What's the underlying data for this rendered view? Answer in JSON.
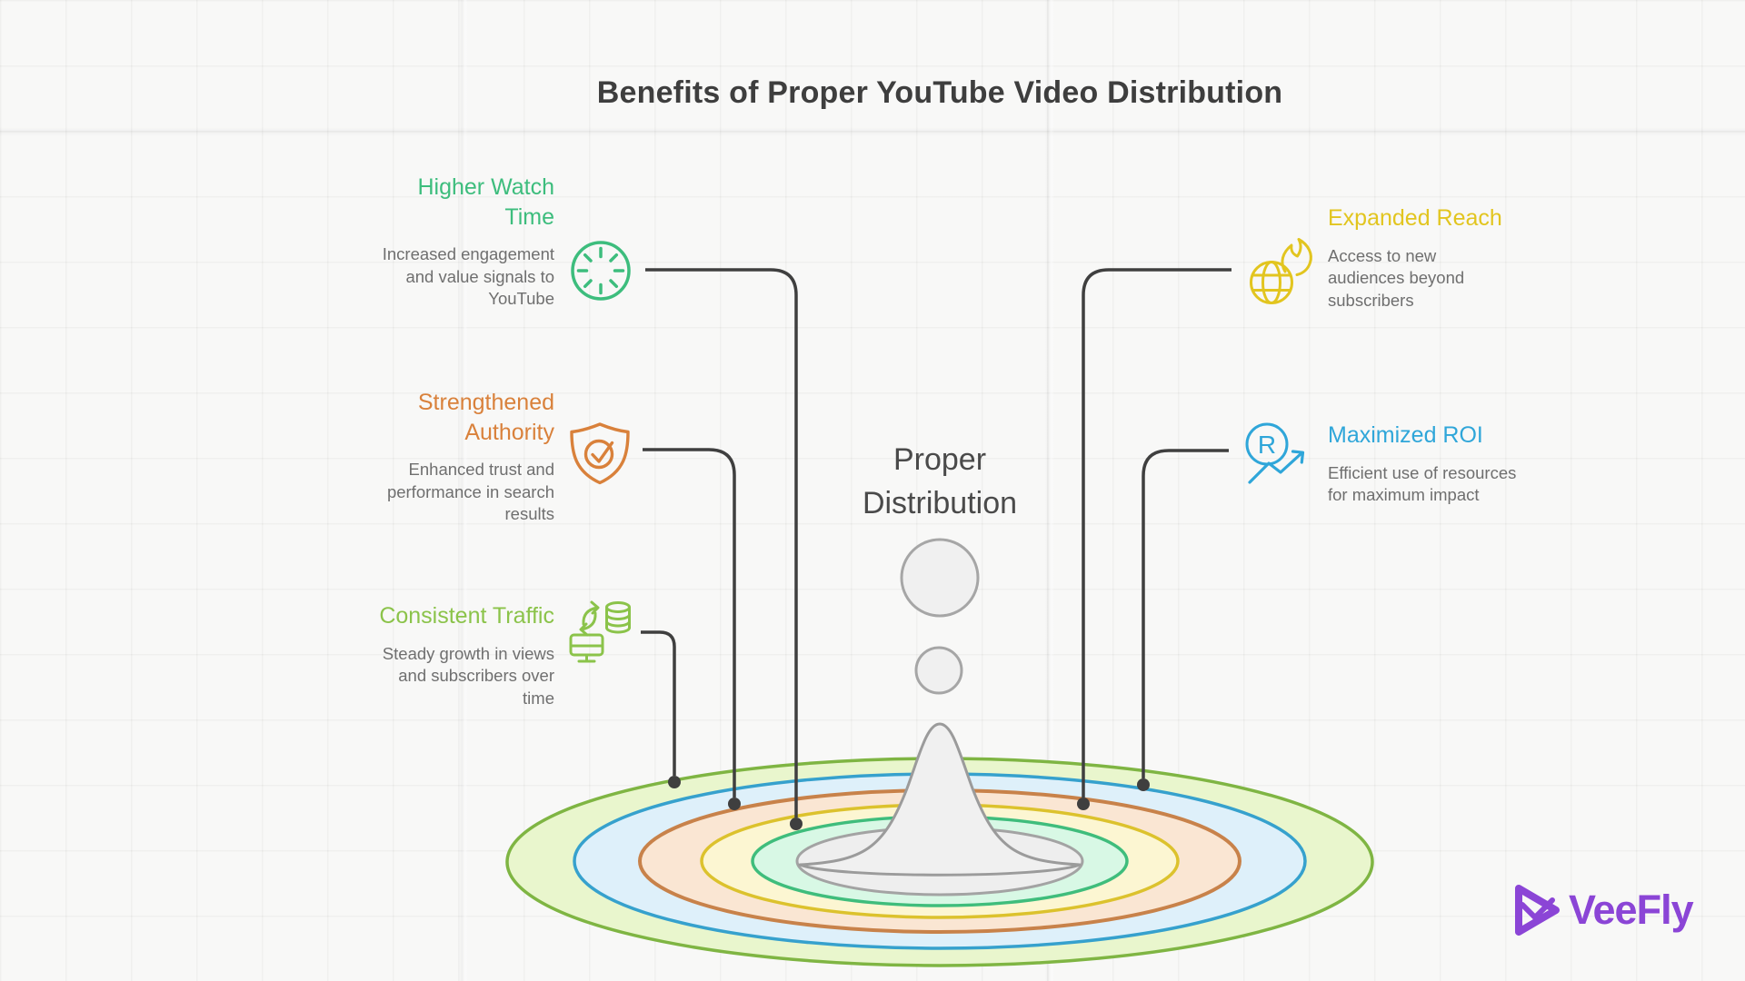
{
  "title": "Benefits of Proper YouTube Video Distribution",
  "center": {
    "label": "Proper Distribution"
  },
  "benefits": [
    {
      "id": "higher-watch-time",
      "title": "Higher Watch Time",
      "desc": "Increased engagement and value signals to YouTube",
      "accent_color": "#3dbd7d",
      "icon": "clock-icon",
      "side": "left"
    },
    {
      "id": "strengthened-authority",
      "title": "Strengthened Authority",
      "desc": "Enhanced trust and performance in search results",
      "accent_color": "#d9813b",
      "icon": "shield-check-icon",
      "side": "left"
    },
    {
      "id": "consistent-traffic",
      "title": "Consistent Traffic",
      "desc": "Steady growth in views and subscribers over time",
      "accent_color": "#8bc34a",
      "icon": "data-sync-monitor-icon",
      "side": "left"
    },
    {
      "id": "expanded-reach",
      "title": "Expanded Reach",
      "desc": "Access to new audiences beyond subscribers",
      "accent_color": "#e2c51f",
      "icon": "globe-flame-icon",
      "side": "right"
    },
    {
      "id": "maximized-roi",
      "title": "Maximized ROI",
      "desc": "Efficient use of resources for maximum impact",
      "accent_color": "#2fa6d9",
      "icon": "roi-arrow-icon",
      "side": "right"
    }
  ],
  "ripple_rings": [
    {
      "name": "outer-green",
      "fill": "#e9f6cd",
      "stroke": "#7fb543"
    },
    {
      "name": "blue",
      "fill": "#def0fa",
      "stroke": "#36a1cd"
    },
    {
      "name": "orange",
      "fill": "#fae6d3",
      "stroke": "#c8824a"
    },
    {
      "name": "yellow",
      "fill": "#fcf6d2",
      "stroke": "#dcc22d"
    },
    {
      "name": "mint",
      "fill": "#d8f8e5",
      "stroke": "#3fbd7c"
    },
    {
      "name": "gray-center",
      "fill": "#eeeeee",
      "stroke": "#a3a3a3"
    }
  ],
  "connector_color": "#3f3f3f",
  "logo": {
    "text": "VeeFly",
    "color": "#8b45d6"
  }
}
